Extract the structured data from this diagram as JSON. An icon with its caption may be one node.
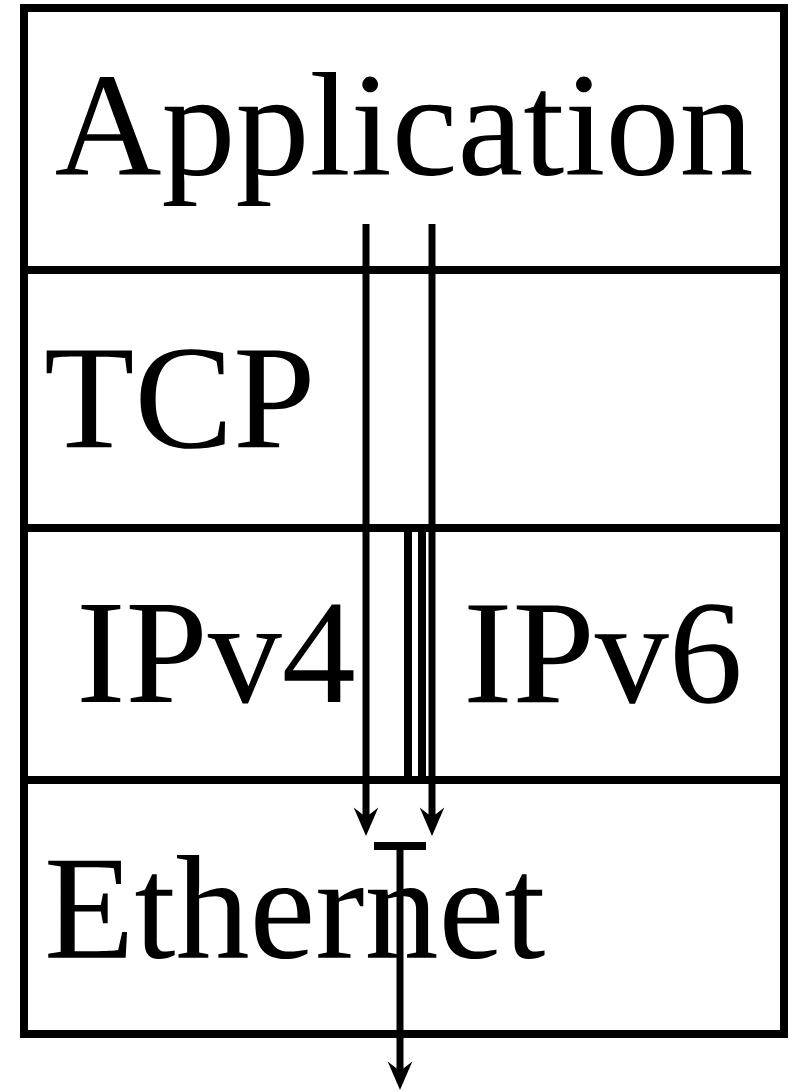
{
  "diagram": {
    "nodes": [
      {
        "text": [
          "Application"
        ]
      },
      {
        "text": [
          "TCP"
        ]
      },
      {
        "text": [
          "IPv4"
        ]
      },
      {
        "text": [
          "IPv6"
        ]
      },
      {
        "text": [
          "Ethernet"
        ]
      }
    ],
    "edges": [
      {
        "from": 0,
        "to": 1,
        "arrow": "none"
      },
      {
        "from": 1,
        "to": 2,
        "arrow": "none"
      },
      {
        "from": 2,
        "to": 4,
        "arrow": "to"
      },
      {
        "from": 0,
        "to": 1,
        "arrow": "none"
      },
      {
        "from": 1,
        "to": 3,
        "arrow": "none"
      },
      {
        "from": 3,
        "to": 4,
        "arrow": "to"
      },
      {
        "from": 4,
        "to": null,
        "arrow": "to"
      }
    ]
  }
}
